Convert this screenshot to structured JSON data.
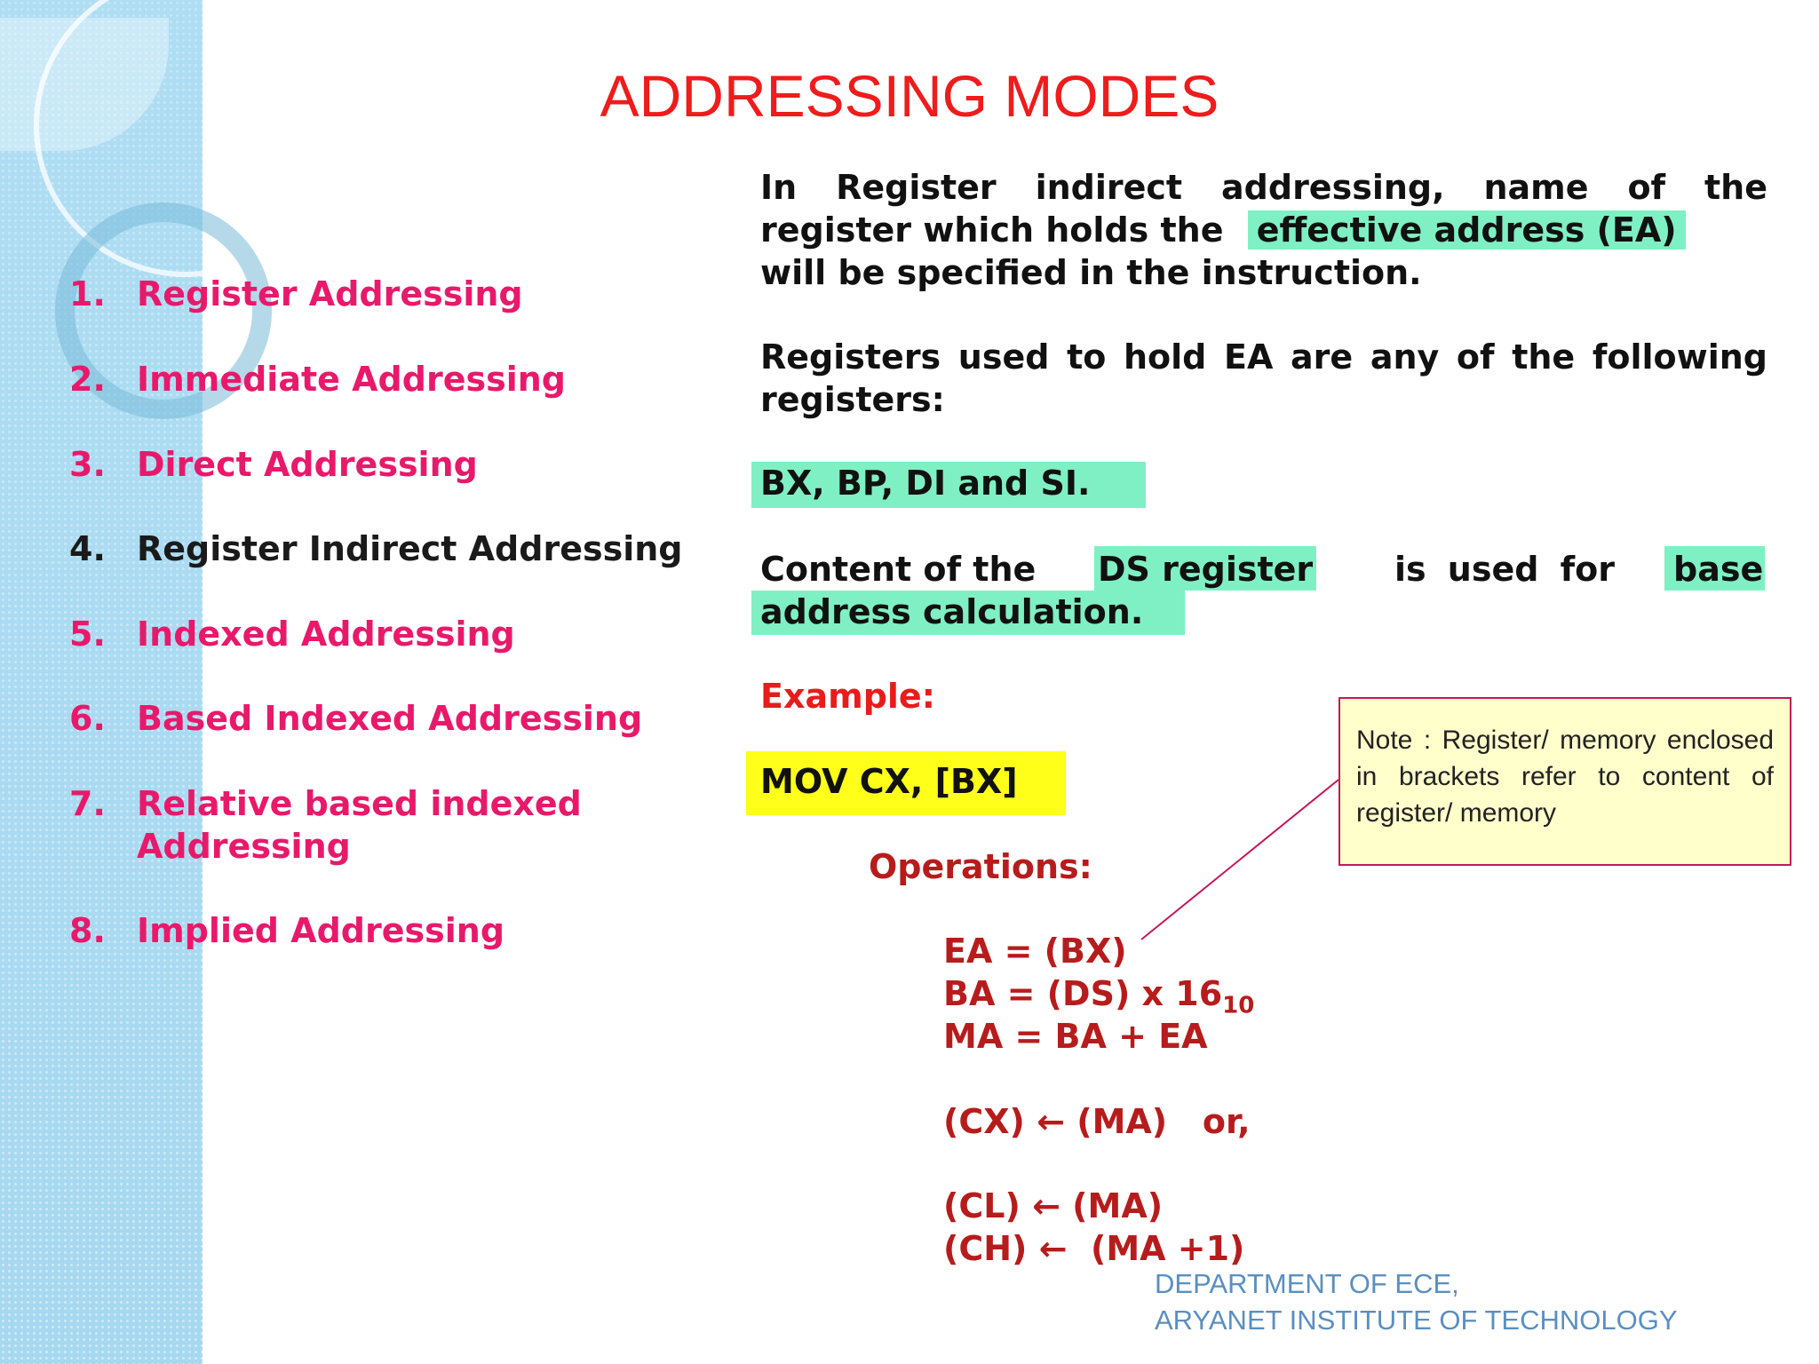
{
  "title": "ADDRESSING MODES",
  "toc": [
    {
      "num": "1.",
      "label": "Register Addressing"
    },
    {
      "num": "2.",
      "label": "Immediate Addressing"
    },
    {
      "num": "3.",
      "label": "Direct Addressing"
    },
    {
      "num": "4.",
      "label": "Register Indirect Addressing"
    },
    {
      "num": "5.",
      "label": "Indexed Addressing"
    },
    {
      "num": "6.",
      "label": "Based Indexed Addressing"
    },
    {
      "num": "7.",
      "label": "Relative based indexed Addressing"
    },
    {
      "num": "8.",
      "label": "Implied Addressing"
    }
  ],
  "para1": {
    "line1": "In Register indirect addressing, name of the",
    "line2_pre": "register which holds the",
    "line2_hl": "effective address (EA)",
    "line3": "will be specified in the instruction."
  },
  "para2": {
    "line1": "Registers used to hold EA are any of the following",
    "line2": "registers:"
  },
  "registers": "BX, BP, DI and SI.",
  "para3": {
    "pre": "Content of the",
    "hl1": "DS register",
    "mid": "is used for",
    "hl2": "base",
    "line2": "address calculation."
  },
  "example_label": "Example:",
  "example_code": "MOV CX, [BX]",
  "operations_label": "Operations:",
  "operations": {
    "ea": "EA = (BX)",
    "ba": "BA = (DS) x 16",
    "ba_sub": "10",
    "ma": "MA = BA + EA",
    "cx": "(CX) ← (MA)   or,",
    "cl": "(CL) ← (MA)",
    "ch": "(CH) ←  (MA +1)"
  },
  "note": "Note : Register/ memory enclosed in brackets refer to content of register/ memory",
  "footer": {
    "line1": "DEPARTMENT OF ECE,",
    "line2": "ARYANET INSTITUTE OF TECHNOLOGY"
  },
  "colors": {
    "title": "#ee1c1c",
    "toc": "#e8196b",
    "highlight": "#7ff0c3",
    "code_bg": "#ffff1a",
    "operations": "#b71c1c",
    "note_bg": "#ffffcc",
    "footer": "#5b8fbf"
  }
}
